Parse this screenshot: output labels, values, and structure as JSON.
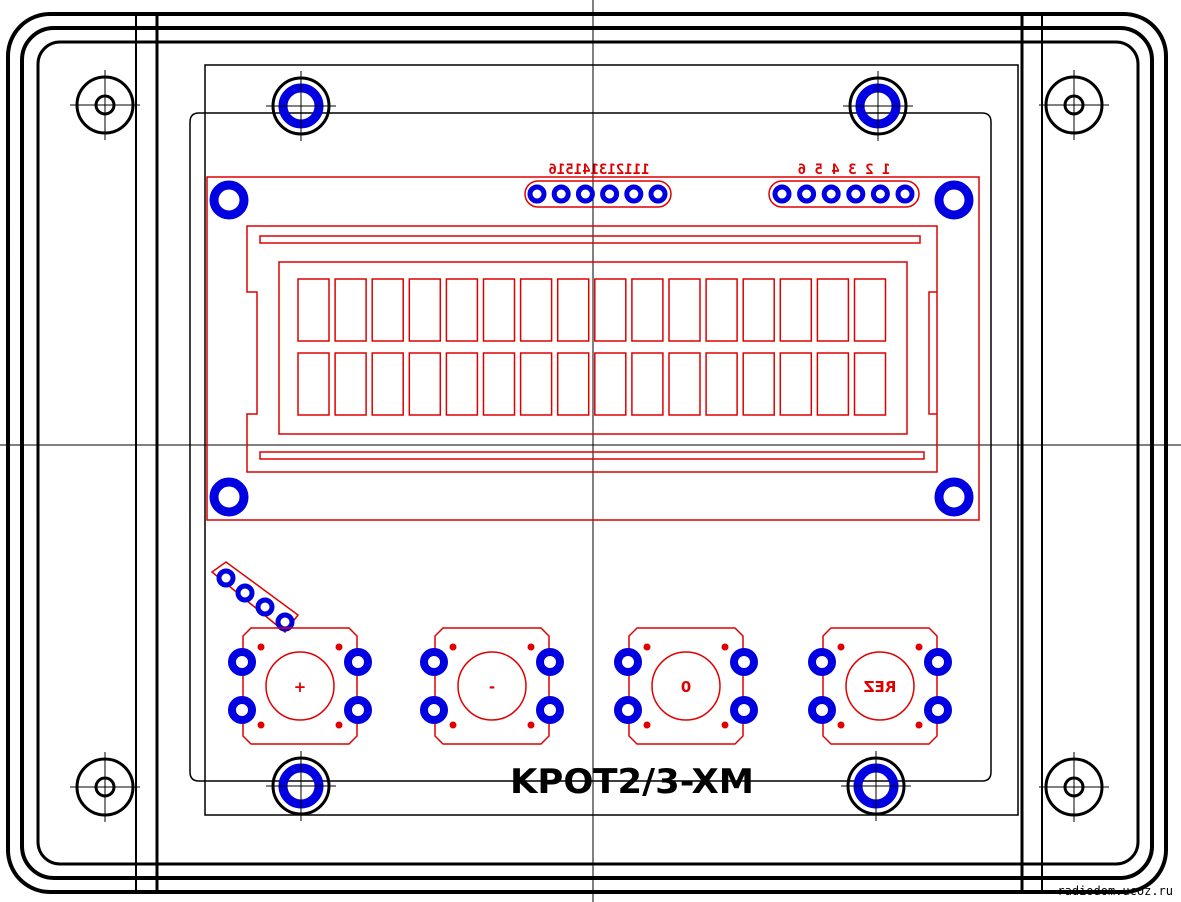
{
  "title": "KPOT2/3-XM",
  "watermark": "radiodom.ucoz.ru",
  "connectors": {
    "left_label": "111213141516",
    "right_label": "1 2 3 4 5 6"
  },
  "buttons": [
    {
      "label": "+"
    },
    {
      "label": "-"
    },
    {
      "label": "0"
    },
    {
      "label": "REZ"
    }
  ],
  "lcd": {
    "rows": 2,
    "columns": 16
  },
  "colors": {
    "outline": "#000000",
    "silkscreen": "#e00000",
    "pad": "#0000e0",
    "background": "#ffffff"
  }
}
